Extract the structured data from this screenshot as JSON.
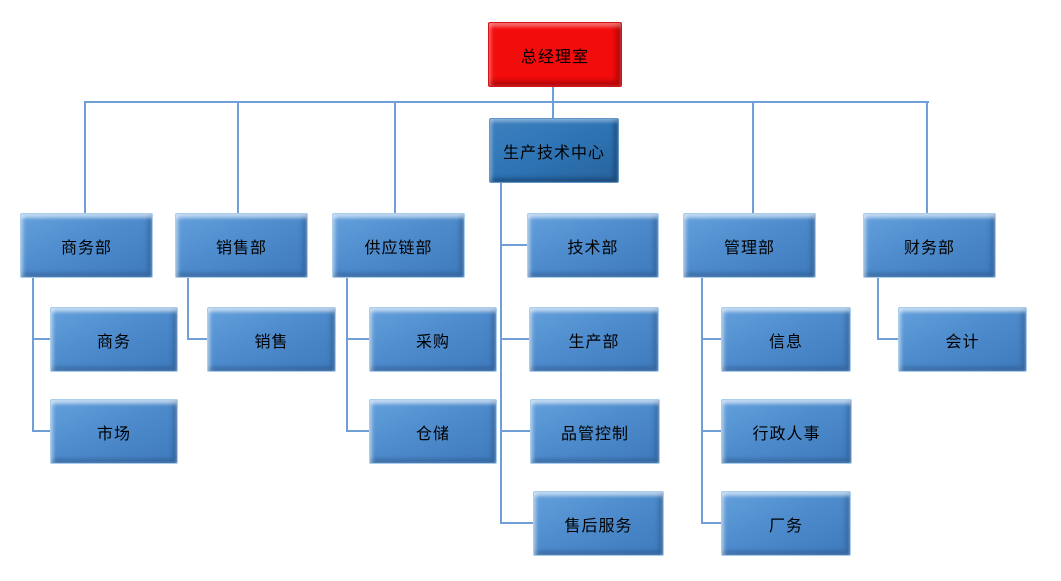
{
  "diagram_type": "org-chart",
  "colors": {
    "background": "#ffffff",
    "root_fill": "#f20c0c",
    "center_fill": "#2e74b5",
    "node_fill": "#4e8ccd",
    "connector": "#6f9fd6",
    "text": "#000000"
  },
  "nodes": {
    "general_manager_office": "总经理室",
    "production_technology_center": "生产技术中心",
    "business_dept": "商务部",
    "sales_dept": "销售部",
    "supply_chain_dept": "供应链部",
    "technical_dept": "技术部",
    "management_dept": "管理部",
    "finance_dept": "财务部",
    "business": "商务",
    "market": "市场",
    "sales": "销售",
    "procurement": "采购",
    "warehouse": "仓储",
    "production_dept": "生产部",
    "quality_control": "品管控制",
    "after_sales_service": "售后服务",
    "information": "信息",
    "admin_hr": "行政人事",
    "factory_affairs": "厂务",
    "accounting": "会计"
  },
  "hierarchy": {
    "root": "总经理室",
    "children": [
      {
        "label": "商务部",
        "children": [
          "商务",
          "市场"
        ]
      },
      {
        "label": "销售部",
        "children": [
          "销售"
        ]
      },
      {
        "label": "供应链部",
        "children": [
          "采购",
          "仓储"
        ]
      },
      {
        "label": "生产技术中心",
        "children": [
          "技术部",
          "生产部",
          "品管控制",
          "售后服务"
        ]
      },
      {
        "label": "管理部",
        "children": [
          "信息",
          "行政人事",
          "厂务"
        ]
      },
      {
        "label": "财务部",
        "children": [
          "会计"
        ]
      }
    ]
  }
}
